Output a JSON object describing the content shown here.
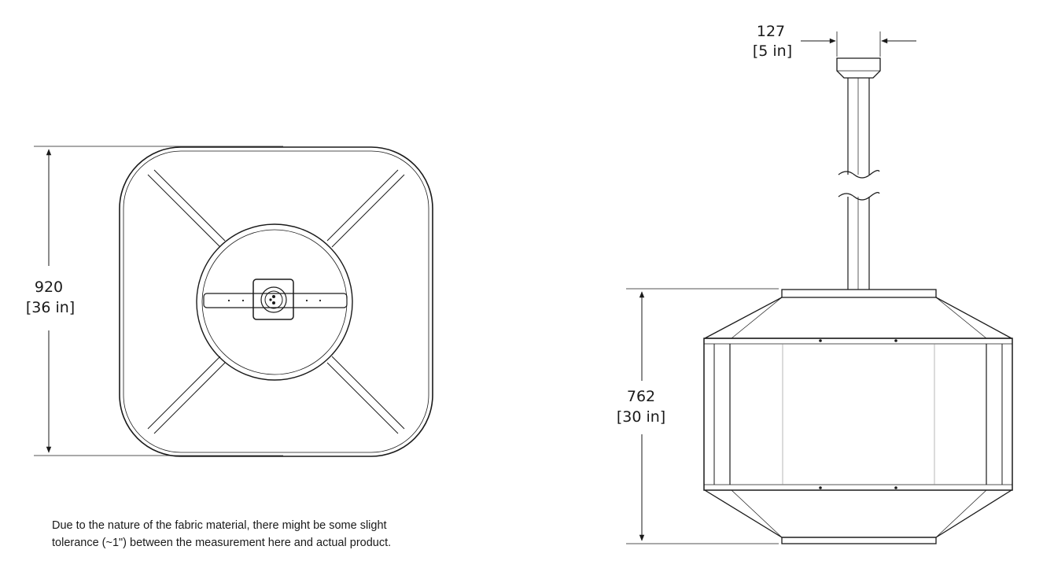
{
  "top_view": {
    "height_mm": "920",
    "height_in": "[36 in]"
  },
  "side_view": {
    "canopy_width_mm": "127",
    "canopy_width_in": "[5 in]",
    "shade_height_mm": "762",
    "shade_height_in": "[30 in]"
  },
  "note": {
    "line1": "Due to the nature of the fabric material, there might be some slight",
    "line2": "tolerance (~1\") between the measurement here and actual product."
  }
}
